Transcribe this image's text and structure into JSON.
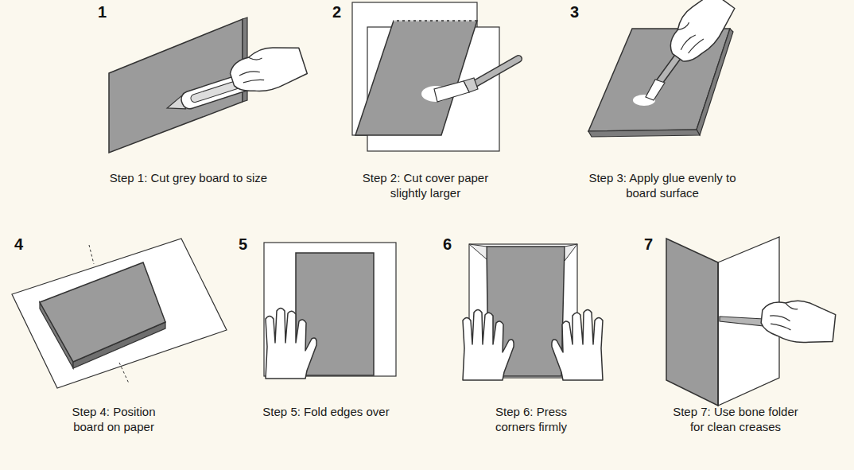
{
  "diagram": {
    "labels": [
      "1",
      "Step 1: Cut grey board to size",
      "2",
      "Step 2: Cut cover paper slightly larger",
      "3",
      "Step 3: Apply glue evenly to board surface",
      "4",
      "Step 4: Position board on paper",
      "5",
      "Step 5: Fold edges over",
      "6",
      "Step 6: Press corners firmly",
      "7",
      "Step 7: Use bone folder for clean creases"
    ]
  }
}
